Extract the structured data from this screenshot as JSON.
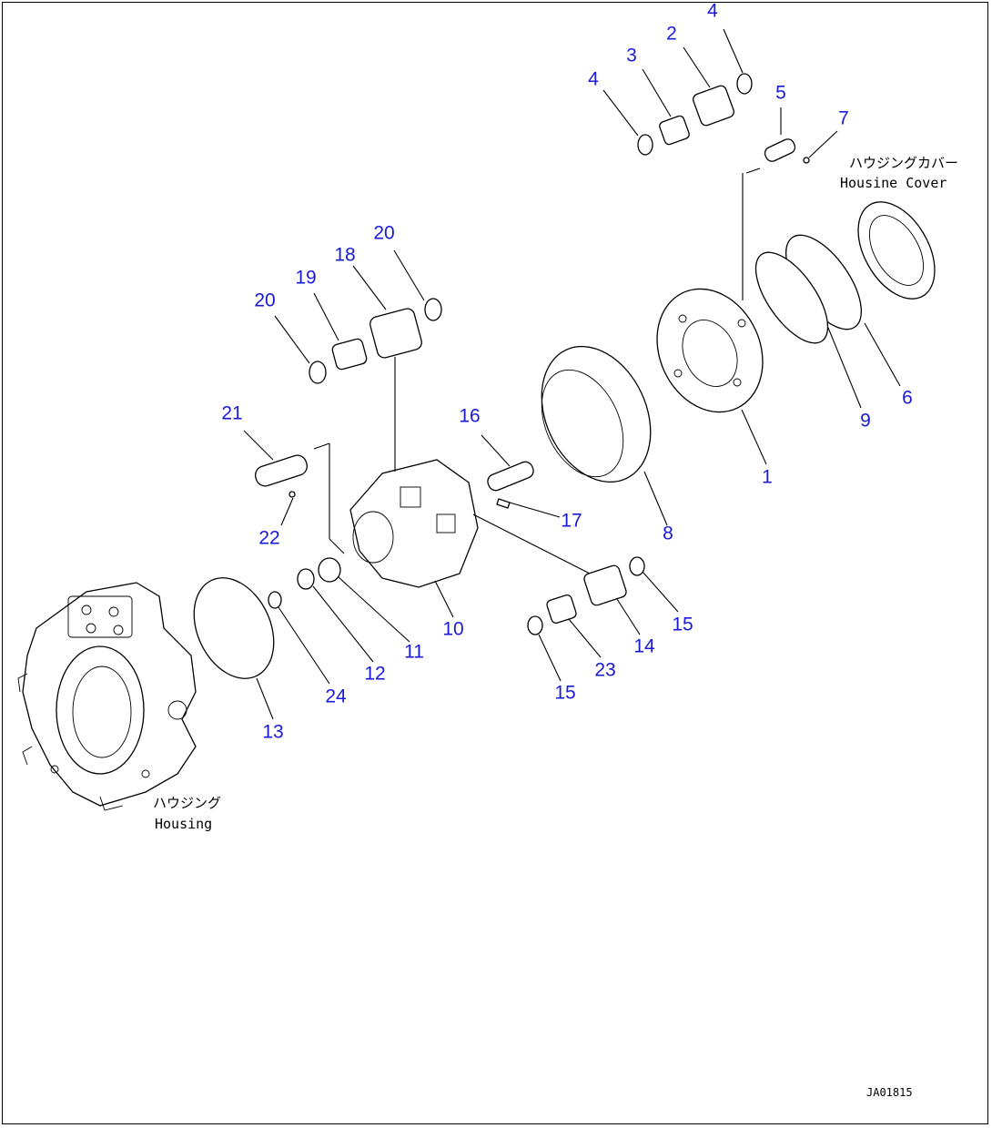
{
  "callouts": [
    {
      "label": "4"
    },
    {
      "label": "2"
    },
    {
      "label": "3"
    },
    {
      "label": "4"
    },
    {
      "label": "5"
    },
    {
      "label": "7"
    },
    {
      "label": "20"
    },
    {
      "label": "18"
    },
    {
      "label": "19"
    },
    {
      "label": "20"
    },
    {
      "label": "21"
    },
    {
      "label": "22"
    },
    {
      "label": "16"
    },
    {
      "label": "17"
    },
    {
      "label": "8"
    },
    {
      "label": "1"
    },
    {
      "label": "9"
    },
    {
      "label": "6"
    },
    {
      "label": "10"
    },
    {
      "label": "11"
    },
    {
      "label": "12"
    },
    {
      "label": "13"
    },
    {
      "label": "24"
    },
    {
      "label": "14"
    },
    {
      "label": "15"
    },
    {
      "label": "23"
    },
    {
      "label": "15"
    }
  ],
  "notes": {
    "housing_cover_jp": "ハウジングカバー",
    "housing_cover_en": "Housine Cover",
    "housing_jp": "ハウジング",
    "housing_en": "Housing"
  },
  "drawing_code": "JA01815"
}
